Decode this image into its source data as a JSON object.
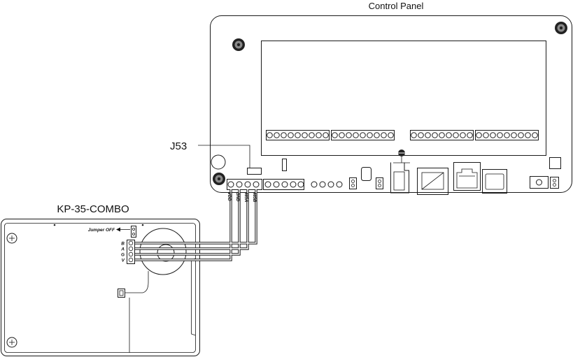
{
  "control_panel": {
    "title": "Control Panel",
    "jumper_label": "J53",
    "terminals": [
      "VDD",
      "GND",
      "485A",
      "485B"
    ]
  },
  "keypad": {
    "title": "KP-35-COMBO",
    "jumper_note": "Jumper OFF",
    "terminals": [
      "B",
      "A",
      "G",
      "V"
    ]
  }
}
